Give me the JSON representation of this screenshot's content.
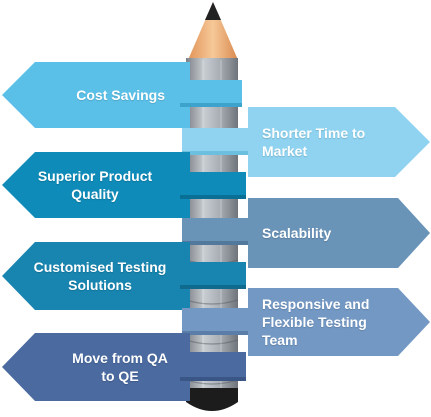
{
  "colors": {
    "light_blue": "#5bc0e8",
    "pale_blue": "#8fd3f0",
    "mid_blue": "#0e8bb8",
    "steel_blue": "#6a93b8",
    "deep_blue": "#1785b0",
    "slate_blue": "#7398c4",
    "navy_blue": "#4a6aa0",
    "pencil_wood": "#f0b27a",
    "pencil_lead": "#2a2a2a",
    "pencil_gray": "#9aa0a6",
    "pencil_eraser": "#1a1a1a"
  },
  "items": [
    {
      "side": "left",
      "text": "Cost Savings"
    },
    {
      "side": "right",
      "text": "Shorter Time to Market"
    },
    {
      "side": "left",
      "text": "Superior Product Quality"
    },
    {
      "side": "right",
      "text": "Scalability"
    },
    {
      "side": "left",
      "text": "Customised Testing Solutions"
    },
    {
      "side": "right",
      "text": "Responsive and Flexible Testing Team"
    },
    {
      "side": "left",
      "text": "Move from QA to QE"
    }
  ]
}
